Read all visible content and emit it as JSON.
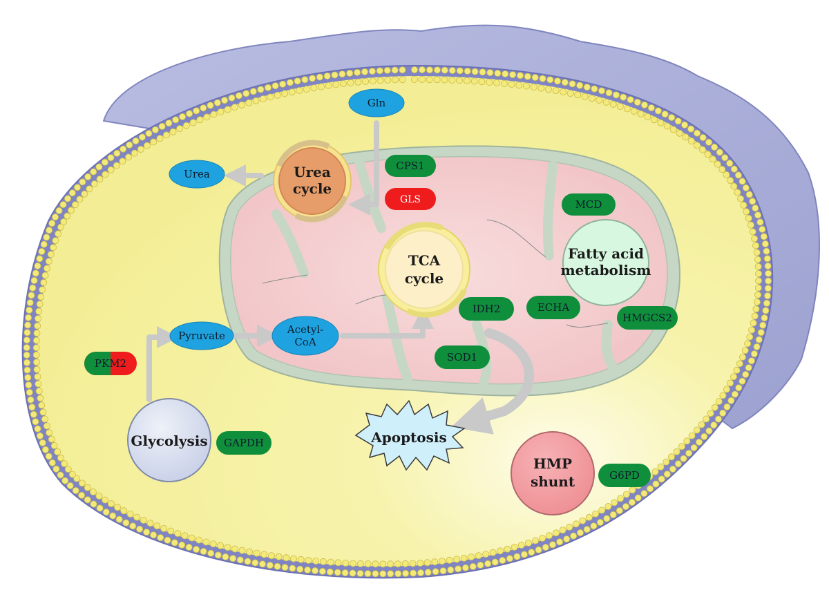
{
  "metabolites": {
    "gln": "Gln",
    "urea": "Urea",
    "pyruvate": "Pyruvate",
    "acetyl_coa_line1": "Acetyl-",
    "acetyl_coa_line2": "CoA"
  },
  "pathways": {
    "urea_cycle_line1": "Urea",
    "urea_cycle_line2": "cycle",
    "tca_cycle_line1": "TCA",
    "tca_cycle_line2": "cycle",
    "fatty_acid_line1": "Fatty acid",
    "fatty_acid_line2": "metabolism",
    "glycolysis": "Glycolysis",
    "hmp_shunt_line1": "HMP",
    "hmp_shunt_line2": "shunt",
    "apoptosis": "Apoptosis"
  },
  "enzymes": {
    "cps1": "CPS1",
    "gls": "GLS",
    "mcd": "MCD",
    "idh2": "IDH2",
    "echa": "ECHA",
    "hmgcs2": "HMGCS2",
    "sod1": "SOD1",
    "pkm2": "PKM2",
    "gapdh": "GAPDH",
    "g6pd": "G6PD"
  },
  "colors": {
    "enzyme_green": "#0f8f3c",
    "enzyme_red": "#ee1c1c",
    "metabolite_blue": "#1fa3e0",
    "cytoplasm_yellow": "#f6f2a0",
    "mito_matrix_pink": "#f3cbcd",
    "mito_membrane": "#c8d8c8",
    "nucleus_lavender": "#a5a9d6",
    "urea_cycle_orange": "#e79d6a",
    "tca_cream": "#fdf0c8",
    "fatty_acid_mint": "#d8f7e0",
    "glycolysis_lavender": "#d4dbee",
    "hmp_pink": "#f29a9e",
    "apoptosis_blue": "#cfeffb"
  }
}
